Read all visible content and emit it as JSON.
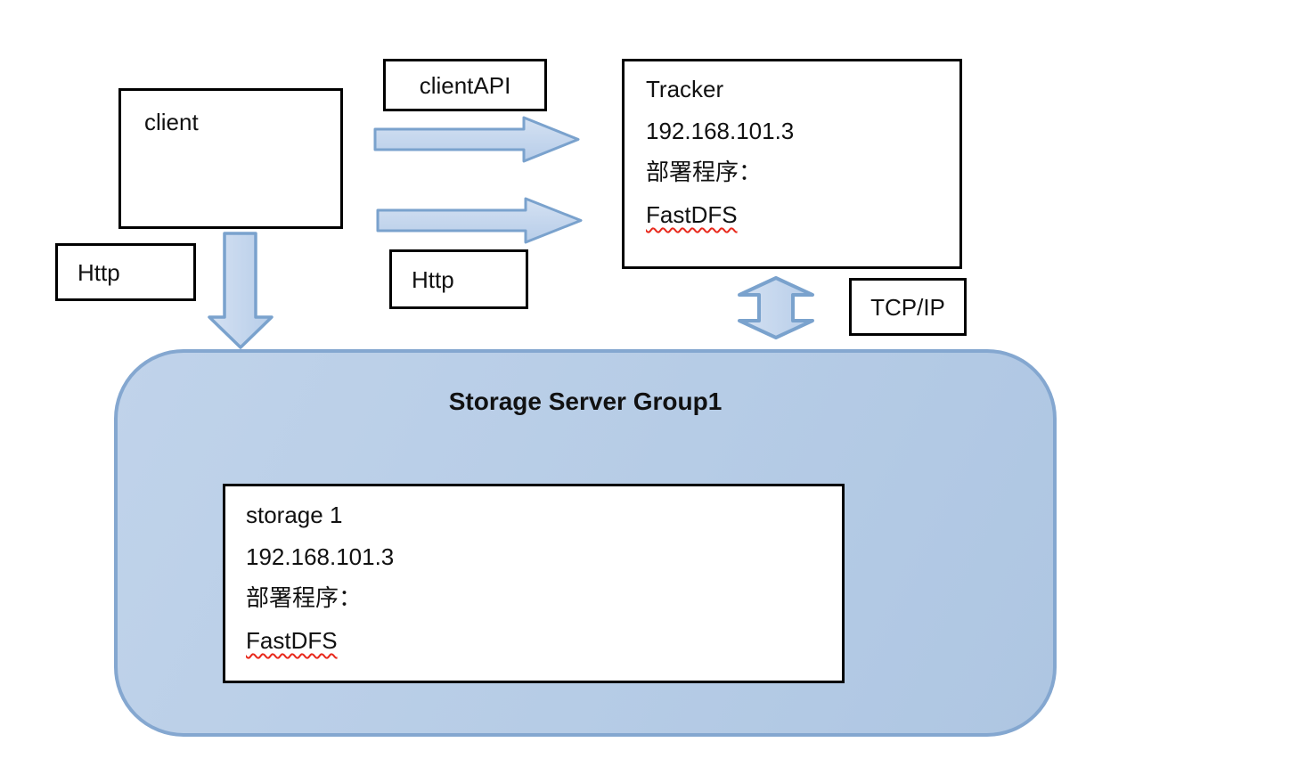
{
  "boxes": {
    "client": {
      "label": "client"
    },
    "client_api": {
      "label": "clientAPI"
    },
    "http_left": {
      "label": "Http"
    },
    "http_mid": {
      "label": "Http"
    },
    "tcp_ip": {
      "label": "TCP/IP"
    },
    "tracker": {
      "name": "Tracker",
      "ip": "192.168.101.3",
      "deploy": "部署程序：",
      "program": "FastDFS"
    },
    "storage_group": {
      "title": "Storage Server Group1"
    },
    "storage1": {
      "name": "storage 1",
      "ip": "192.168.101.3",
      "deploy": "部署程序：",
      "program": "FastDFS"
    }
  },
  "arrows": [
    {
      "name": "client-api-arrow",
      "direction": "right",
      "from": "client",
      "to": "Tracker"
    },
    {
      "name": "http-arrow",
      "direction": "right",
      "from": "client",
      "to": "Tracker"
    },
    {
      "name": "client-to-storage-arrow",
      "direction": "down",
      "from": "client",
      "to": "Storage Server Group1"
    },
    {
      "name": "tracker-storage-double-arrow",
      "direction": "up-down",
      "from": "Tracker",
      "to": "Storage Server Group1"
    }
  ],
  "colors": {
    "arrow_fill_light": "#d4e1f2",
    "arrow_fill_dark": "#b7cde9",
    "arrow_stroke": "#7aa2cd",
    "group_fill": "#b8cde7",
    "group_stroke": "#84a7d0",
    "box_stroke": "#000000",
    "misspell_underline": "#e8291c",
    "text": "#111111"
  }
}
